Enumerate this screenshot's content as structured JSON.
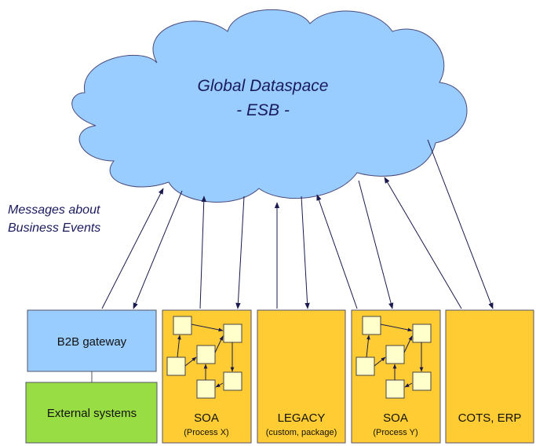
{
  "cloud": {
    "title_line1": "Global Dataspace",
    "title_line2": "- ESB -",
    "color": "#99ccff"
  },
  "note": {
    "line1": "Messages about",
    "line2": "Business Events"
  },
  "boxes": {
    "b2b": {
      "label": "B2B gateway",
      "color": "#99ccff"
    },
    "external": {
      "label": "External systems",
      "color": "#99dd44"
    },
    "soa_x": {
      "label": "SOA",
      "sub": "(Process X)",
      "color": "#ffcc33"
    },
    "legacy": {
      "label": "LEGACY",
      "sub": "(custom, package)",
      "color": "#ffcc33"
    },
    "soa_y": {
      "label": "SOA",
      "sub": "(Process Y)",
      "color": "#ffcc33"
    },
    "cots": {
      "label": "COTS, ERP",
      "color": "#ffcc33"
    }
  },
  "colors": {
    "arrow": "#1a1a4e",
    "mini_box": "#ffffcc"
  }
}
